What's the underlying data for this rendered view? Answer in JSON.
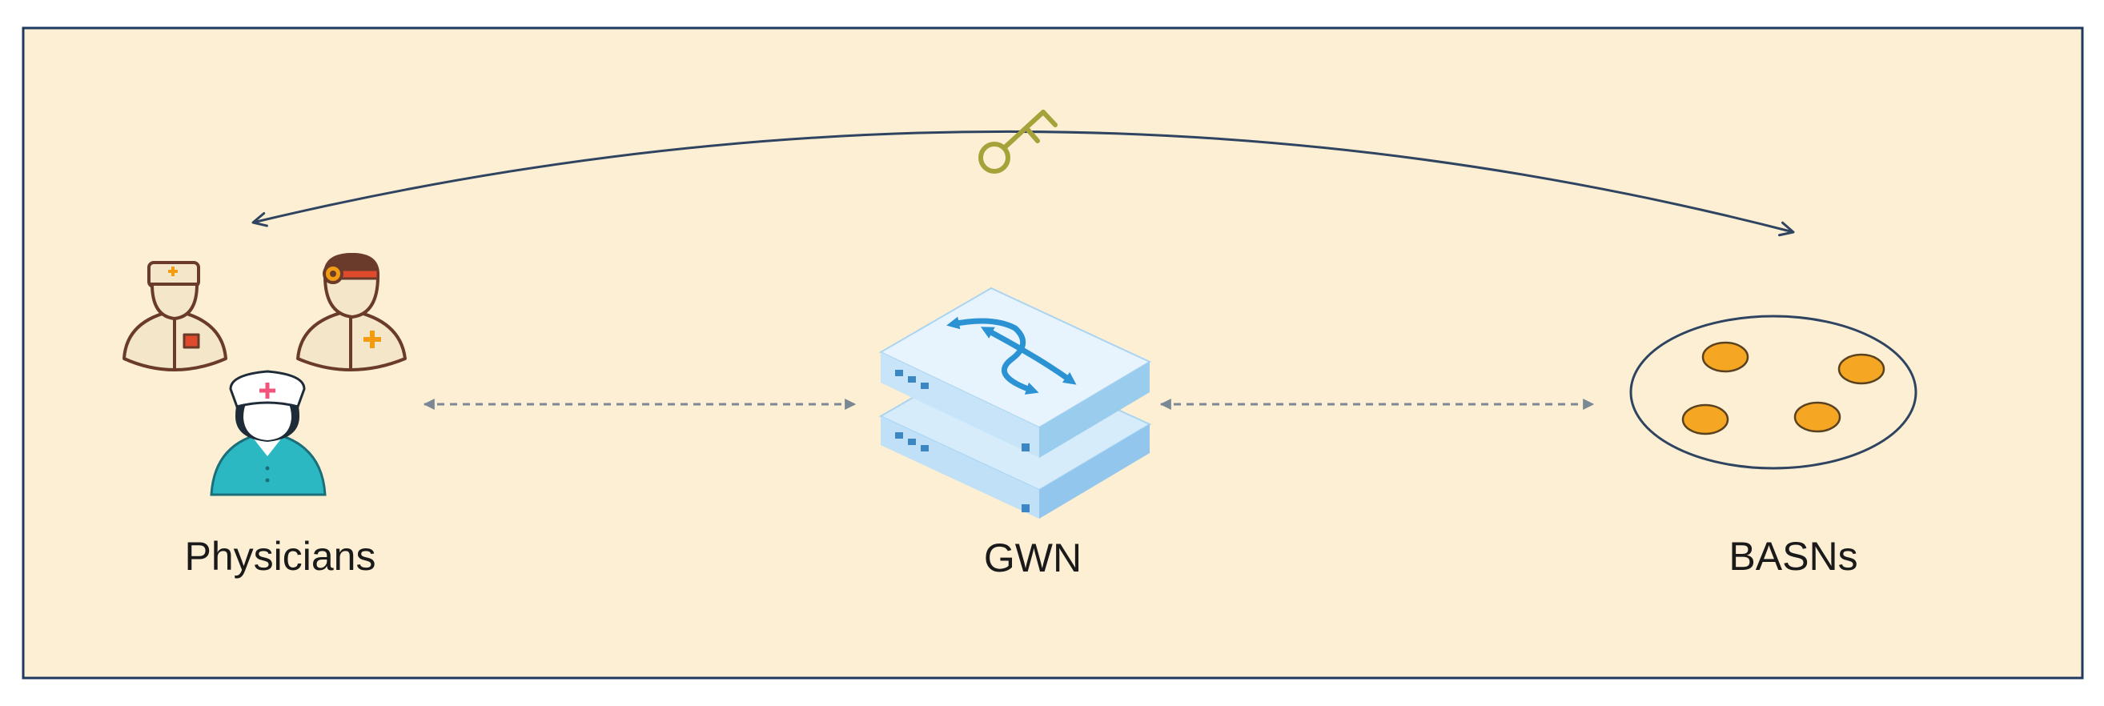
{
  "nodes": {
    "physicians": {
      "label": "Physicians",
      "icon": "physicians-group-icon"
    },
    "gwn": {
      "label": "GWN",
      "icon": "gateway-switch-icon"
    },
    "basns": {
      "label": "BASNs",
      "icon": "sensor-cluster-icon"
    }
  },
  "edges": {
    "secure_channel_icon": "key-icon",
    "link_style": "dashed-bidirectional"
  },
  "colors": {
    "panel_fill": "#FDEFD3",
    "panel_border": "#1F3A60",
    "arc_stroke": "#2E4460",
    "dashed_link": "#7A8795",
    "key": "#A6A23A",
    "sensor_fill": "#F5A623",
    "sensor_stroke": "#5A4220",
    "switch_light": "#D6ECFB",
    "switch_mid": "#A9D4F2",
    "switch_arrow": "#2B93D4",
    "nurse_teal": "#2CB8C2",
    "doctor_cream": "#F4E6C8",
    "doctor_outline": "#6A3B2A",
    "accent_orange": "#F39C12",
    "accent_red": "#E04A2C",
    "cross_pink": "#F2547C"
  }
}
